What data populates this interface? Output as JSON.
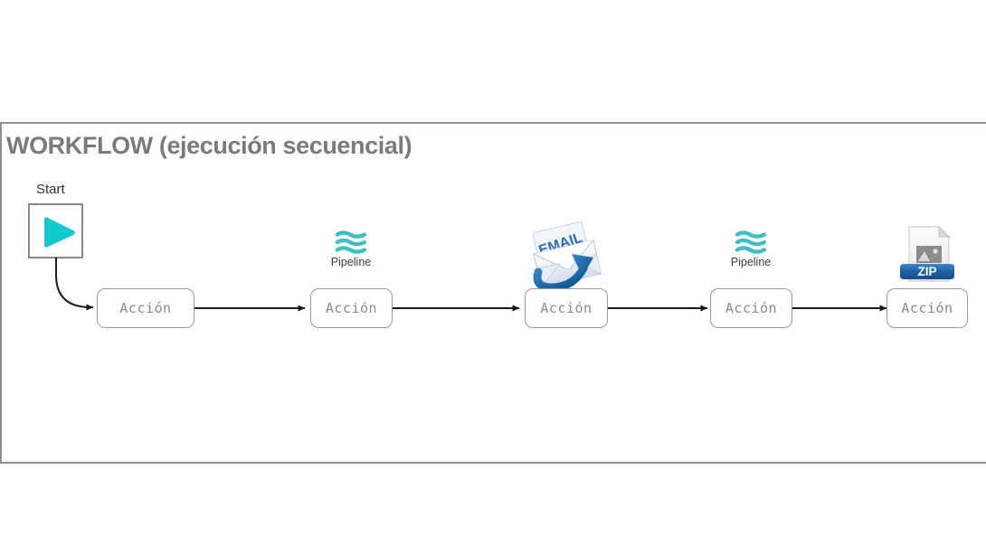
{
  "diagram": {
    "title": "WORKFLOW (ejecución secuencial)",
    "type": "flowchart",
    "orientation": "horizontal-sequential",
    "frame": {
      "border_color": "#8e8e8e",
      "background": "#ffffff"
    },
    "colors": {
      "title_text": "#7a7a7a",
      "node_border": "#9a9a9a",
      "node_text": "#8a8a8a",
      "start_accent": "#12c9ce",
      "pipeline_accent": "#3fbfbf",
      "email_accent": "#1b6ca8",
      "zip_accent": "#1f62a8",
      "connector": "#1a1a1a"
    },
    "start": {
      "label": "Start",
      "icon": "play-icon"
    },
    "nodes": [
      {
        "id": "node-1",
        "label": "Acción",
        "badge": null,
        "badge_caption": null
      },
      {
        "id": "node-2",
        "label": "Acción",
        "badge": "pipeline-waves-icon",
        "badge_caption": "Pipeline"
      },
      {
        "id": "node-3",
        "label": "Acción",
        "badge": "email-icon",
        "badge_caption": null,
        "badge_text": "EMAIL"
      },
      {
        "id": "node-4",
        "label": "Acción",
        "badge": "pipeline-waves-icon",
        "badge_caption": "Pipeline"
      },
      {
        "id": "node-5",
        "label": "Acción",
        "badge": "zip-file-icon",
        "badge_caption": null,
        "badge_text": "ZIP"
      }
    ],
    "edges": [
      {
        "from": "start",
        "to": "node-1",
        "style": "curved-arrow"
      },
      {
        "from": "node-1",
        "to": "node-2",
        "style": "straight-arrow"
      },
      {
        "from": "node-2",
        "to": "node-3",
        "style": "straight-arrow"
      },
      {
        "from": "node-3",
        "to": "node-4",
        "style": "straight-arrow"
      },
      {
        "from": "node-4",
        "to": "node-5",
        "style": "straight-arrow"
      }
    ]
  }
}
